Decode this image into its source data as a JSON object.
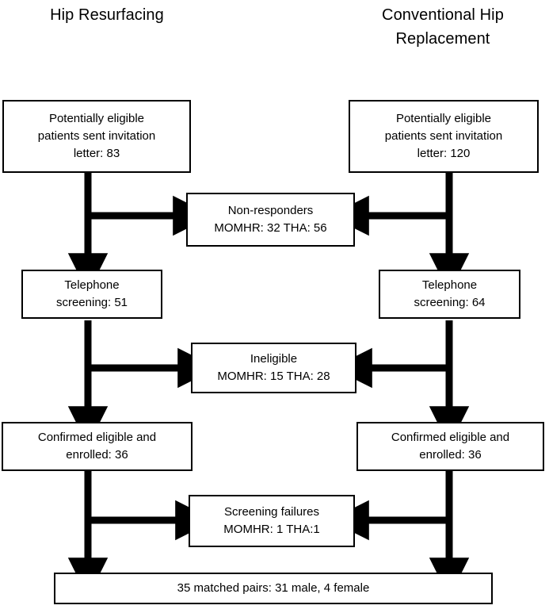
{
  "diagram": {
    "title_columns": {
      "left": "Hip Resurfacing",
      "right": "Conventional Hip Replacement"
    },
    "nodes": {
      "left_invited": "Potentially eligible patients sent invitation letter: 83",
      "right_invited": "Potentially eligible patients sent invitation letter: 120",
      "non_responders": "Non-responders MOMHR: 32 THA: 56",
      "left_phone": "Telephone screening: 51",
      "right_phone": "Telephone screening: 64",
      "ineligible": "Ineligible MOMHR: 15 THA: 28",
      "left_enrolled": "Confirmed eligible and enrolled: 36",
      "right_enrolled": "Confirmed eligible and enrolled: 36",
      "screening_failures": "Screening failures MOMHR: 1 THA:1",
      "matched_pairs": "35 matched pairs: 31 male, 4 female"
    },
    "node_lines": {
      "left_invited": [
        "Potentially eligible",
        "patients sent invitation",
        "letter: 83"
      ],
      "right_invited": [
        "Potentially eligible",
        "patients sent invitation",
        "letter: 120"
      ],
      "non_responders": [
        "Non-responders",
        "MOMHR: 32 THA: 56"
      ],
      "left_phone": [
        "Telephone",
        "screening: 51"
      ],
      "right_phone": [
        "Telephone",
        "screening: 64"
      ],
      "ineligible": [
        "Ineligible",
        "MOMHR: 15 THA: 28"
      ],
      "left_enrolled": [
        "Confirmed eligible and",
        "enrolled: 36"
      ],
      "right_enrolled": [
        "Confirmed eligible and",
        "enrolled: 36"
      ],
      "screening_failures": [
        "Screening failures",
        "MOMHR: 1 THA:1"
      ],
      "matched_pairs": [
        "35 matched pairs: 31 male, 4 female"
      ]
    },
    "counts": {
      "left_invited": 83,
      "right_invited": 120,
      "non_responders_momhr": 32,
      "non_responders_tha": 56,
      "left_phone": 51,
      "right_phone": 64,
      "ineligible_momhr": 15,
      "ineligible_tha": 28,
      "left_enrolled": 36,
      "right_enrolled": 36,
      "screening_failures_momhr": 1,
      "screening_failures_tha": 1,
      "matched_pairs": 35,
      "matched_male": 31,
      "matched_female": 4
    },
    "colors": {
      "line": "#000000",
      "box_fill": "#ffffff",
      "text": "#000000"
    }
  }
}
